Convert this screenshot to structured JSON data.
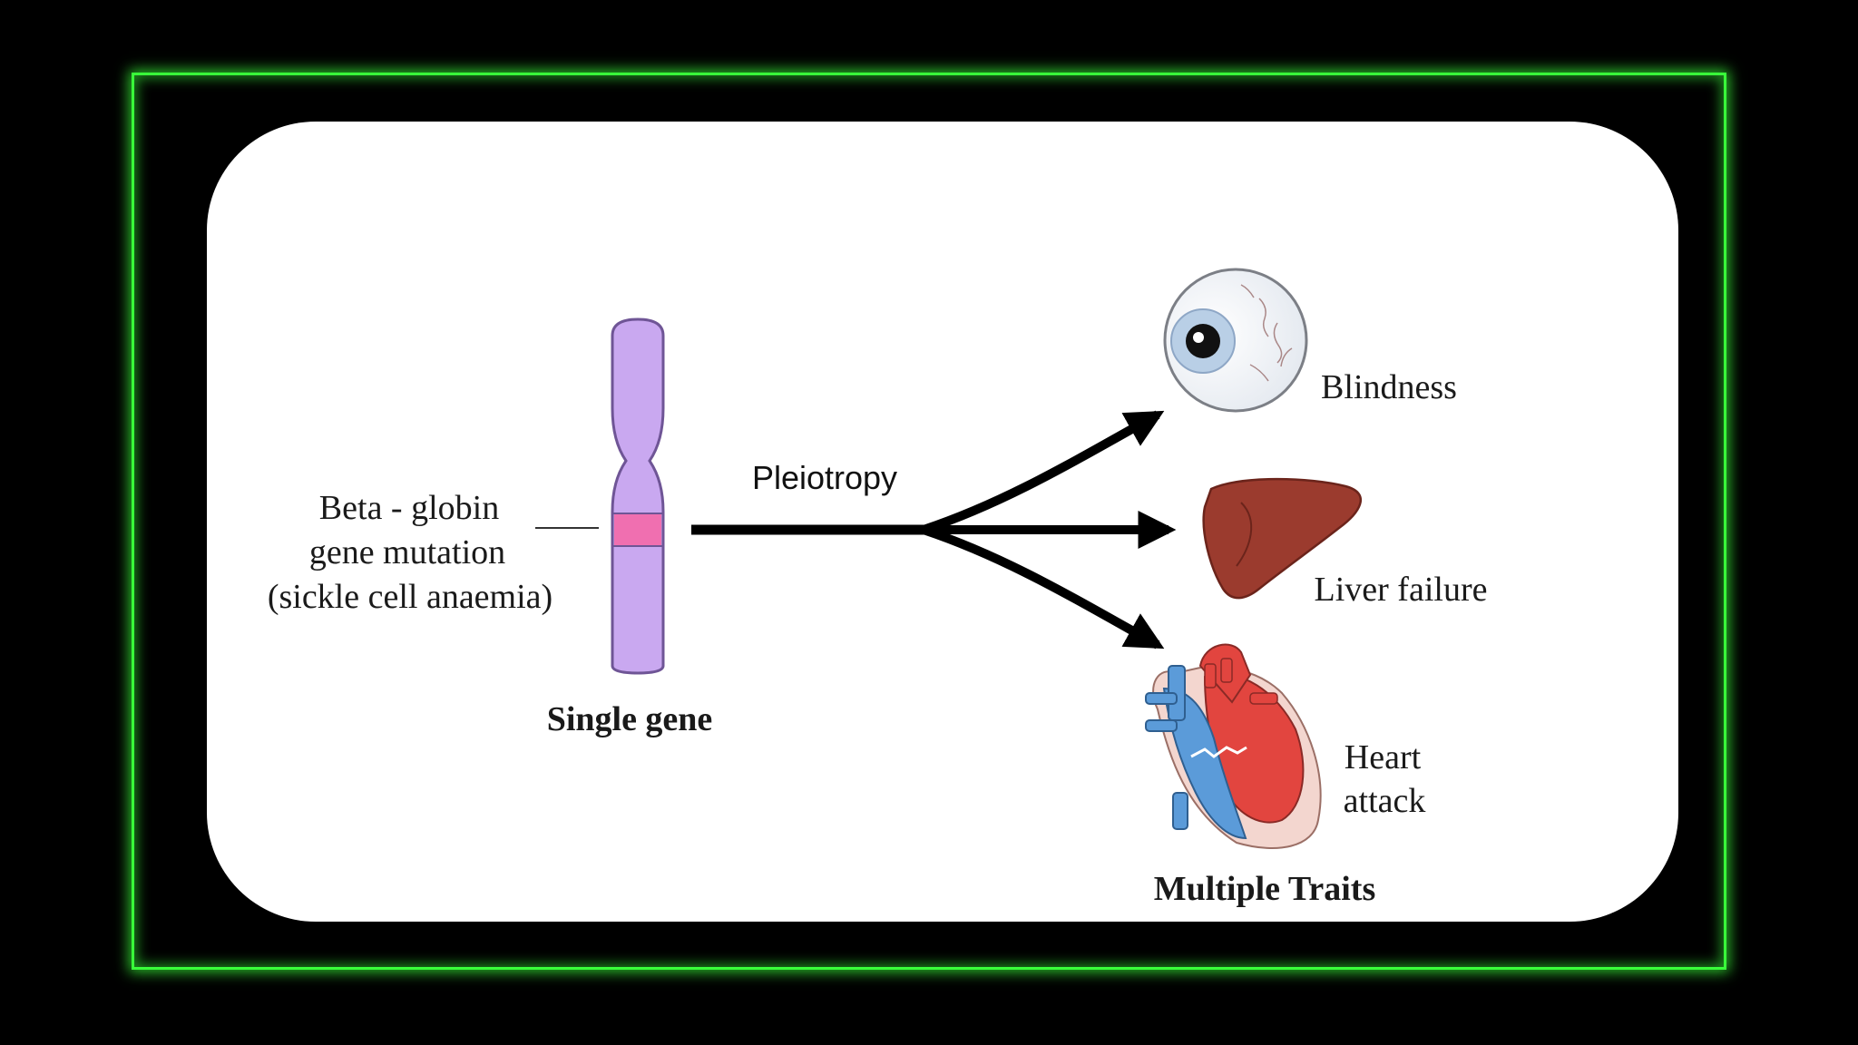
{
  "diagram": {
    "mutation_label": {
      "line1": "Beta - globin",
      "line2": "gene mutation",
      "line3": "(sickle cell anaemia)"
    },
    "single_gene_label": "Single gene",
    "process_label": "Pleiotropy",
    "traits": {
      "blindness": "Blindness",
      "liver_failure": "Liver failure",
      "heart_attack_line1": "Heart",
      "heart_attack_line2": "attack"
    },
    "multiple_traits_label": "Multiple Traits"
  },
  "colors": {
    "frame_glow": "#39ff3a",
    "background": "#000000",
    "card": "#ffffff",
    "chromosome": "#c9a8f0",
    "gene_band": "#f06fb0",
    "liver": "#9b3b2e",
    "heart_red": "#e2453f",
    "heart_blue": "#5b9bd9"
  }
}
